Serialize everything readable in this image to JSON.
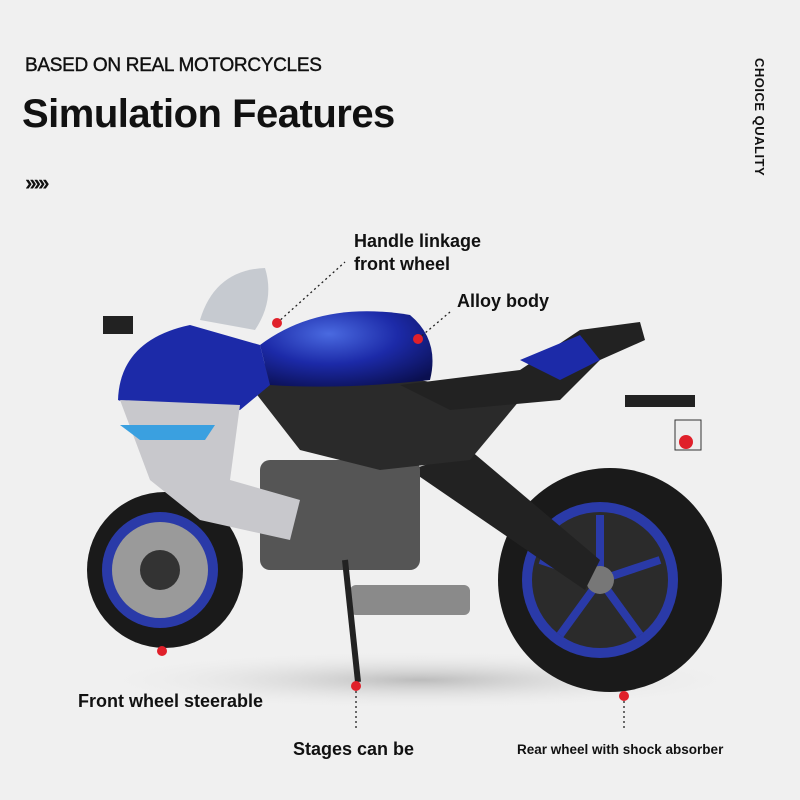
{
  "header": {
    "subtitle": "BASED ON REAL MOTORCYCLES",
    "title": "Simulation Features",
    "chevrons": "›››››",
    "side_label": "CHOICE QUALITY"
  },
  "callouts": [
    {
      "line1": "Handle linkage",
      "line2": "front wheel"
    },
    {
      "label": "Alloy body"
    },
    {
      "label": "Front wheel steerable"
    },
    {
      "label": "Stages can be"
    },
    {
      "label": "Rear wheel with shock absorber"
    }
  ],
  "colors": {
    "accent": "#e0202a",
    "body_blue": "#1c2aa8",
    "background": "#f0f0f0"
  }
}
